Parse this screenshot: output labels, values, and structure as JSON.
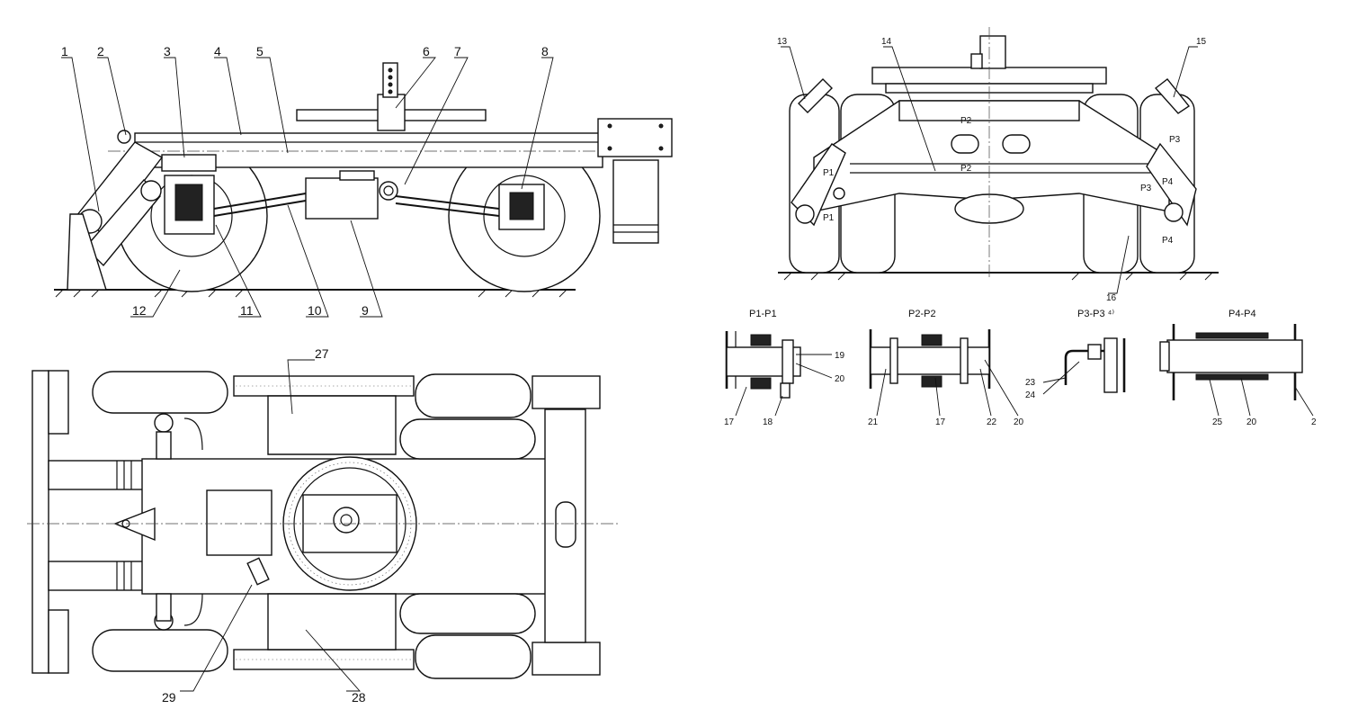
{
  "side_view": {
    "callouts": [
      {
        "label": "1"
      },
      {
        "label": "2"
      },
      {
        "label": "3"
      },
      {
        "label": "4"
      },
      {
        "label": "5"
      },
      {
        "label": "6"
      },
      {
        "label": "7"
      },
      {
        "label": "8"
      },
      {
        "label": "12"
      },
      {
        "label": "11"
      },
      {
        "label": "10"
      },
      {
        "label": "9"
      }
    ]
  },
  "front_view": {
    "callouts": [
      {
        "label": "13"
      },
      {
        "label": "14"
      },
      {
        "label": "15"
      },
      {
        "label": "16"
      }
    ],
    "section_marks": [
      {
        "label": "P1"
      },
      {
        "label": "P1"
      },
      {
        "label": "P2"
      },
      {
        "label": "P2"
      },
      {
        "label": "P3"
      },
      {
        "label": "P3"
      },
      {
        "label": "P4"
      },
      {
        "label": "P4"
      }
    ]
  },
  "sections": [
    {
      "title": "P1-P1",
      "callouts": [
        {
          "label": "19"
        },
        {
          "label": "20"
        },
        {
          "label": "17"
        },
        {
          "label": "18"
        }
      ]
    },
    {
      "title": "P2-P2",
      "callouts": [
        {
          "label": "21"
        },
        {
          "label": "17"
        },
        {
          "label": "22"
        },
        {
          "label": "20"
        }
      ]
    },
    {
      "title": "P3-P3 ⁴⁾",
      "callouts": [
        {
          "label": "23"
        },
        {
          "label": "24"
        }
      ]
    },
    {
      "title": "P4-P4",
      "callouts": [
        {
          "label": "25"
        },
        {
          "label": "20"
        },
        {
          "label": "2"
        }
      ]
    }
  ],
  "top_view": {
    "callouts": [
      {
        "label": "27"
      },
      {
        "label": "29"
      },
      {
        "label": "28"
      }
    ]
  }
}
